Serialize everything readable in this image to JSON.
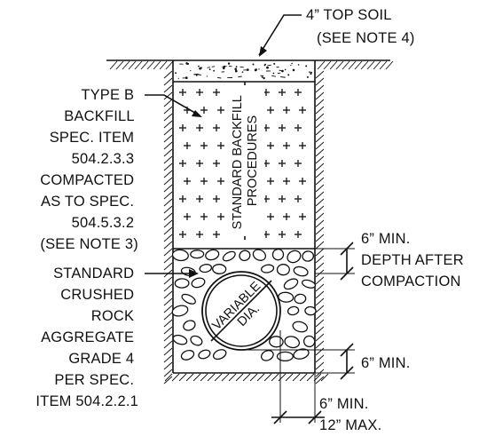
{
  "labels": {
    "top_soil": [
      "4” TOP SOIL",
      "(SEE NOTE 4)"
    ],
    "backfill": [
      "TYPE B",
      "BACKFILL",
      "SPEC. ITEM",
      "504.2.3.3",
      "COMPACTED",
      "AS TO SPEC.",
      "504.5.3.2",
      "(SEE NOTE 3)"
    ],
    "procedures": [
      "STANDARD BACKFILL",
      "PROCEDURES"
    ],
    "aggregate": [
      "STANDARD",
      "CRUSHED",
      "ROCK",
      "AGGREGATE",
      "GRADE 4",
      "PER SPEC.",
      "ITEM 504.2.2.1"
    ],
    "depth_after": [
      "6” MIN.",
      "DEPTH AFTER",
      "COMPACTION"
    ],
    "pipe": [
      "VARIABLE",
      "DIA."
    ],
    "bedding_min": "6” MIN.",
    "side_clearance": [
      "6” MIN.",
      "12” MAX."
    ]
  }
}
